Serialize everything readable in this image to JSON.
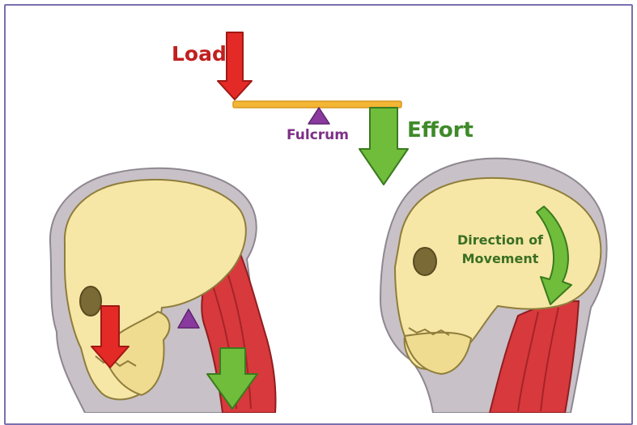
{
  "labels": {
    "load": "Load",
    "fulcrum": "Fulcrum",
    "effort": "Effort",
    "direction_line1": "Direction of",
    "direction_line2": "Movement"
  },
  "colors": {
    "load": "#e42a26",
    "fulcrum": "#8a3a9e",
    "effort": "#6fbd3b",
    "lever_bar": "#f3b534",
    "frame": "#7b6fb0",
    "skull": "#f6e7a6",
    "muscle": "#d8393c",
    "skin": "#c8c1c7"
  }
}
